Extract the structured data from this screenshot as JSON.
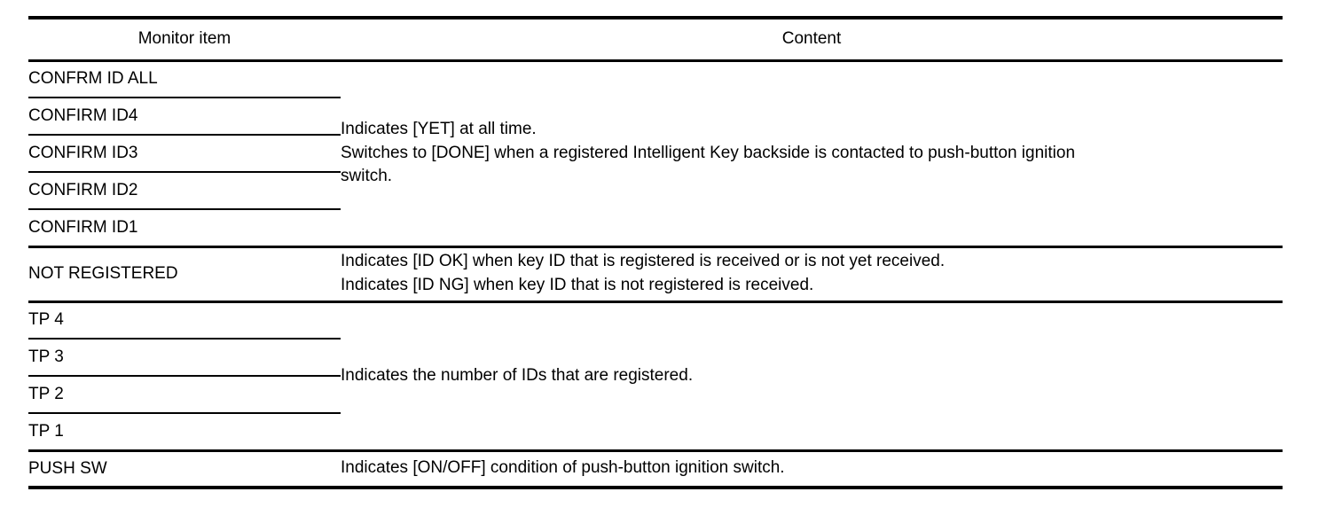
{
  "table": {
    "headers": {
      "item": "Monitor item",
      "content": "Content"
    },
    "groups": [
      {
        "id": "confirm-id",
        "items": [
          "CONFRM ID ALL",
          "CONFIRM ID4",
          "CONFIRM ID3",
          "CONFIRM ID2",
          "CONFIRM ID1"
        ],
        "content_lines": [
          "Indicates [YET] at all time.",
          "Switches to [DONE] when a registered Intelligent Key backside is contacted to push-button ignition",
          "switch."
        ]
      },
      {
        "id": "not-registered",
        "items": [
          "NOT REGISTERED"
        ],
        "content_lines": [
          "Indicates [ID OK] when key ID that is registered is received or is not yet received.",
          "Indicates [ID NG] when key ID that is not registered is received."
        ]
      },
      {
        "id": "tp",
        "items": [
          "TP 4",
          "TP 3",
          "TP 2",
          "TP 1"
        ],
        "content_lines": [
          "Indicates the number of IDs that are registered."
        ]
      },
      {
        "id": "push-sw",
        "items": [
          "PUSH SW"
        ],
        "content_lines": [
          "Indicates [ON/OFF] condition of push-button ignition switch."
        ]
      }
    ]
  },
  "colors": {
    "rule": "#000000",
    "text": "#000000",
    "background": "#ffffff"
  }
}
